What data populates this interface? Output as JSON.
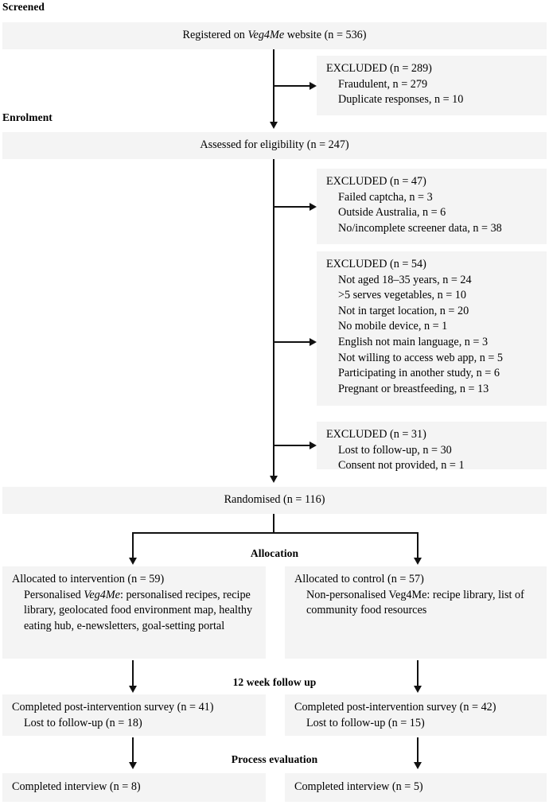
{
  "meta": {
    "figure_type": "CONSORT participant flow diagram",
    "box_fill": "#f4f4f4",
    "line_color": "#111111",
    "text_color": "#000000"
  },
  "stage_labels": {
    "screened": "Screened",
    "enrolment": "Enrolment",
    "allocation": "Allocation",
    "follow_up": "12 week follow up",
    "process_evaluation": "Process evaluation"
  },
  "flow": {
    "registered": {
      "text_before": "Registered on ",
      "brand": "Veg4Me",
      "text_after": " website (n = 536)"
    },
    "excluded_1": {
      "title": "EXCLUDED (n = 289)",
      "items": [
        "Fraudulent, n = 279",
        "Duplicate responses, n = 10"
      ]
    },
    "assessed": {
      "text": "Assessed for eligibility (n = 247)"
    },
    "excluded_2": {
      "title": "EXCLUDED (n = 47)",
      "items": [
        "Failed captcha, n = 3",
        "Outside Australia, n = 6",
        "No/incomplete screener data, n = 38"
      ]
    },
    "excluded_3": {
      "title": "EXCLUDED (n = 54)",
      "items": [
        "Not aged 18–35 years, n = 24",
        ">5 serves vegetables, n = 10",
        "Not in target location, n = 20",
        "No mobile device, n = 1",
        "English not main language, n = 3",
        "Not willing to access web app, n = 5",
        "Participating in another study, n = 6",
        "Pregnant or breastfeeding, n = 13"
      ]
    },
    "excluded_4": {
      "title": "EXCLUDED (n = 31)",
      "items": [
        "Lost to follow-up, n = 30",
        "Consent not provided, n = 1"
      ]
    },
    "randomised": {
      "text": "Randomised (n = 116)"
    },
    "allocated_intervention": {
      "title": "Allocated to intervention (n = 59)",
      "detail_before": "Personalised ",
      "detail_brand": "Veg4Me",
      "detail_after": ": personalised recipes, recipe library, geolocated food environment map, healthy eating hub, e-newsletters, goal-setting portal"
    },
    "allocated_control": {
      "title": "Allocated to control (n = 57)",
      "detail": "Non-personalised Veg4Me: recipe library, list of community food resources"
    },
    "post_survey_intervention": {
      "title": "Completed post-intervention survey (n = 41)",
      "items": [
        "Lost to follow-up (n = 18)"
      ]
    },
    "post_survey_control": {
      "title": "Completed post-intervention survey (n = 42)",
      "items": [
        "Lost to follow-up (n = 15)"
      ]
    },
    "interview_intervention": {
      "text": "Completed interview (n = 8)"
    },
    "interview_control": {
      "text": "Completed interview (n = 5)"
    }
  }
}
